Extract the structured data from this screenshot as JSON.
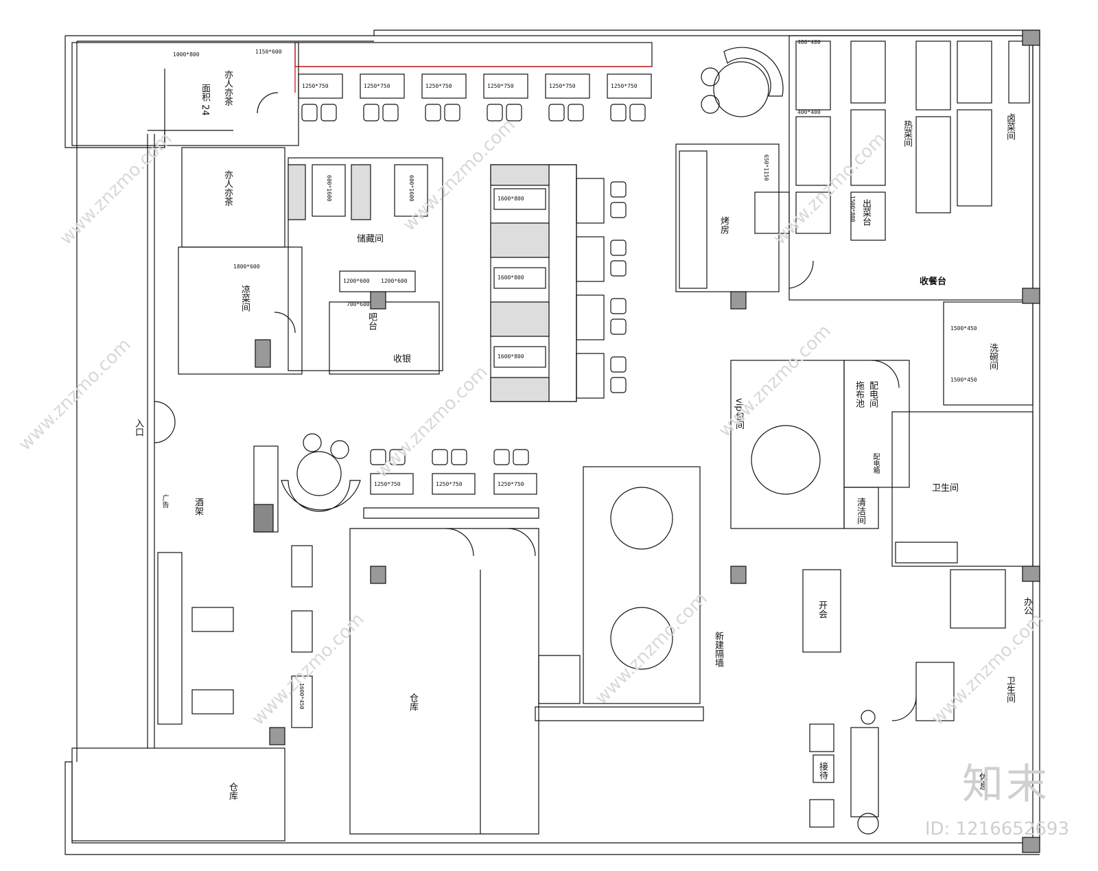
{
  "rooms": {
    "reception_tea_1": "亦人亦茶",
    "area": "面积 24",
    "reception_tea_2": "亦人亦茶",
    "storage": "储藏间",
    "cold_dish": "凉菜间",
    "bar": "吧台",
    "cashier": "收银",
    "roast": "烤房",
    "hot_kitchen": "热菜间",
    "braise": "卤菜间",
    "pass_counter": "出菜台",
    "collect": "收餐台",
    "wash": "洗碗间",
    "vip": "vip包间",
    "electric": "配电间",
    "electric_box": "配电箱",
    "mop": "拖布池",
    "toilet": "卫生间",
    "cleaning": "清洁间",
    "office": "办公",
    "meeting": "开会",
    "toilet2": "卫生间",
    "rest": "休息",
    "reception": "接待",
    "warehouse1": "仓库",
    "warehouse2": "仓库",
    "partition": "新建隔墙",
    "entrance": "入口",
    "ad": "广告",
    "wine": "酒架"
  },
  "dims": {
    "t1250": "1250*750",
    "t1600": "1600*800",
    "t1200": "1200*600",
    "t1800": "1800*600",
    "t600": "600*1600",
    "t700": "700*600",
    "t1150": "1150*600",
    "t1000": "1000*800",
    "t450": "1500*450",
    "t650": "650*1150",
    "t400": "400*400",
    "t1500": "1500*800",
    "t1600s": "1600*450"
  },
  "watermark": {
    "site": "www.znzmo.com",
    "brand": "知末",
    "id": "ID: 1216652693"
  }
}
